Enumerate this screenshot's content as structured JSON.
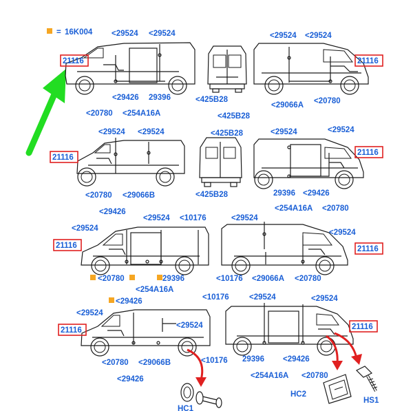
{
  "legend": {
    "code": "16K004",
    "separator": "="
  },
  "part_codes": {
    "p29524": "<29524",
    "p29426": "<29426",
    "p29396": "29396",
    "p20780": "<20780",
    "p254A16A": "<254A16A",
    "p425B28": "<425B28",
    "p29066A": "<29066A",
    "p29066B": "<29066B",
    "p10176": "<10176",
    "p21116": "21116",
    "hc1": "HC1",
    "hc2": "HC2",
    "hs1": "HS1"
  },
  "colors": {
    "label_blue": "#1a5fd6",
    "highlight_red": "#e02020",
    "legend_orange": "#f5a623",
    "pointer_green": "#22dd22",
    "line_dark": "#1a1a1a"
  },
  "icons": [
    "green-pointer-arrow-icon",
    "red-callout-arrow-icon",
    "clip-hc1-icon",
    "clip-hc2-icon",
    "screw-hs1-icon"
  ]
}
